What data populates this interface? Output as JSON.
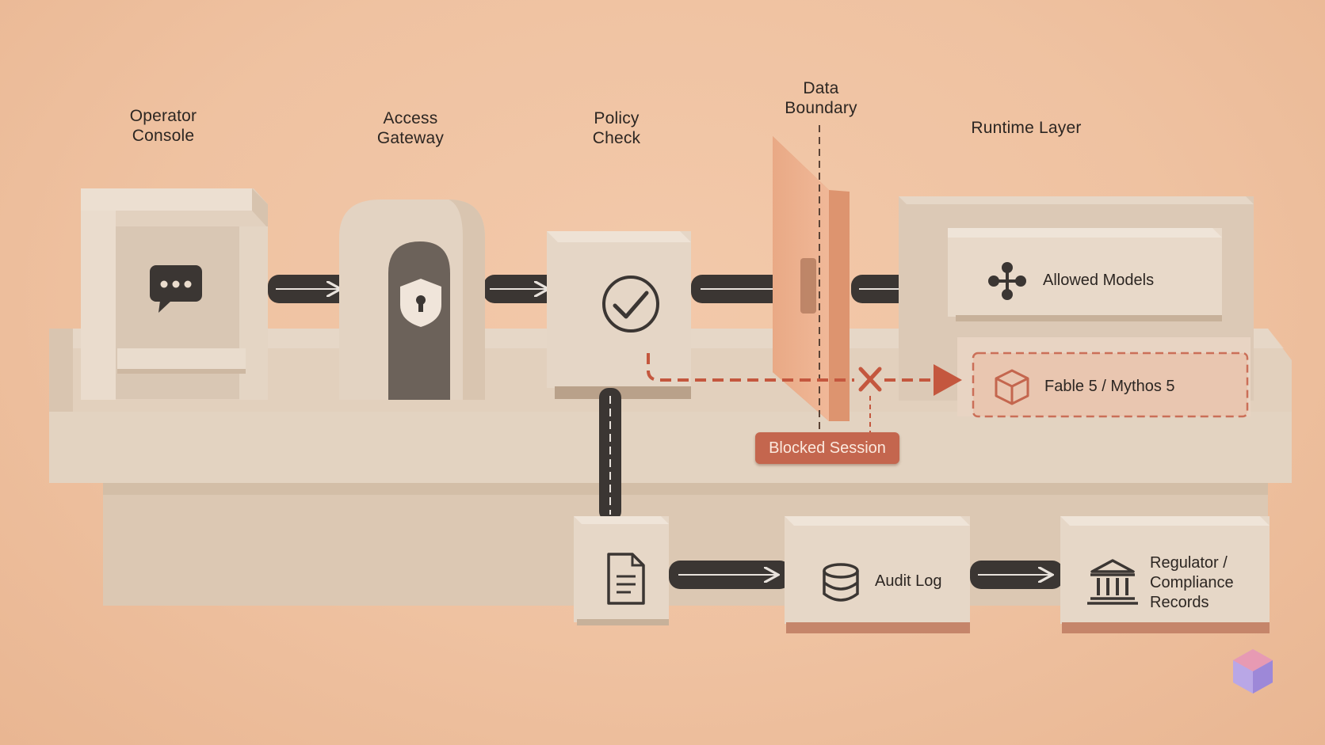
{
  "stages": {
    "operator_console": "Operator\nConsole",
    "access_gateway": "Access\nGateway",
    "policy_check": "Policy\nCheck",
    "data_boundary": "Data\nBoundary",
    "runtime_layer": "Runtime Layer"
  },
  "runtime": {
    "allowed_models": "Allowed Models",
    "blocked_models": "Fable 5 / Mythos 5"
  },
  "blocked_session": "Blocked Session",
  "audit": {
    "audit_log": "Audit Log",
    "regulator_records": "Regulator /\nCompliance\nRecords"
  },
  "icons": {
    "console": "chat-bubble-icon",
    "gateway": "shield-lock-icon",
    "policy": "check-circle-icon",
    "models": "node-network-icon",
    "blocked": "cube-icon",
    "document": "document-icon",
    "audit": "database-icon",
    "records": "institution-icon",
    "blocked_marker": "x-mark-icon"
  },
  "colors": {
    "background": "#efc2a1",
    "block": "#eadbca",
    "pipe": "#3b3633",
    "blocked_accent": "#c4664e"
  }
}
